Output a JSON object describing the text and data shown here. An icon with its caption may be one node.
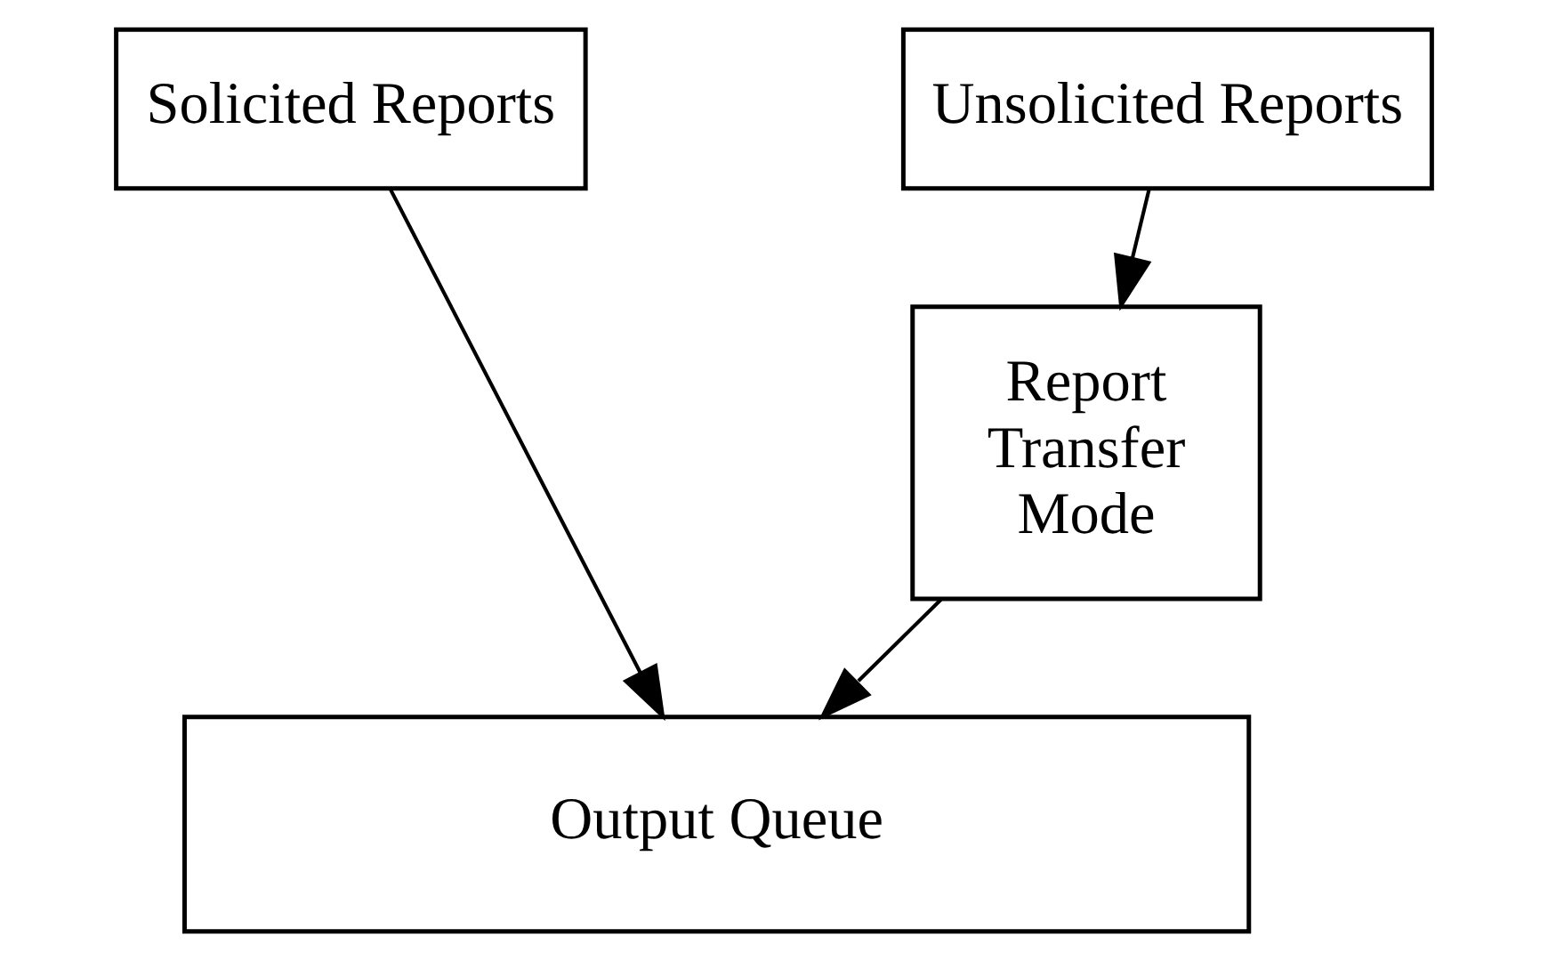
{
  "diagram": {
    "nodes": [
      {
        "text": [
          "Solicited Reports"
        ]
      },
      {
        "text": [
          "Unsolicited Reports"
        ]
      },
      {
        "text": [
          "Report Transfer Mode"
        ]
      },
      {
        "text": [
          "Output Queue"
        ]
      }
    ],
    "edges": [
      {
        "from": 0,
        "to": 3,
        "arrow": "to"
      },
      {
        "from": 1,
        "to": 2,
        "arrow": "to"
      },
      {
        "from": 2,
        "to": 3,
        "arrow": "to"
      }
    ]
  }
}
